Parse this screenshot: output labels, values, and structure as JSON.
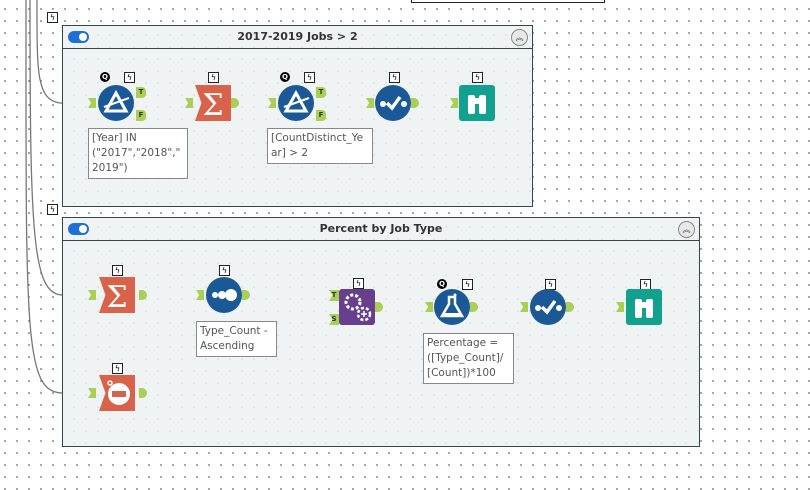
{
  "canvas": {
    "name": "workflow-canvas"
  },
  "containers": [
    {
      "title": "2017-2019 Jobs > 2",
      "enabled": true,
      "tools": [
        {
          "type": "filter",
          "annotation": "[Year] IN (\"2017\",\"2018\",\"2019\")",
          "anchors": [
            "T",
            "F"
          ]
        },
        {
          "type": "summarize"
        },
        {
          "type": "filter",
          "annotation": "[CountDistinct_Year] > 2",
          "anchors": [
            "T",
            "F"
          ]
        },
        {
          "type": "select"
        },
        {
          "type": "browse"
        }
      ]
    },
    {
      "title": "Percent by Job Type",
      "enabled": true,
      "tools": [
        {
          "type": "summarize"
        },
        {
          "type": "sort",
          "annotation": "Type_Count - Ascending"
        },
        {
          "type": "count-records"
        },
        {
          "type": "append-fields",
          "anchors": [
            "T",
            "S"
          ]
        },
        {
          "type": "formula",
          "annotation": "Percentage = ([Type_Count]/[Count])*100"
        },
        {
          "type": "select"
        },
        {
          "type": "browse"
        }
      ]
    }
  ],
  "labels": {
    "c1_ann1_l1": "[Year] IN",
    "c1_ann1_l2": "(\"2017\",\"2018\",\"",
    "c1_ann1_l3": "2019\")",
    "c1_ann2_l1": "[CountDistinct_Ye",
    "c1_ann2_l2": "ar] > 2",
    "c2_ann1_l1": "Type_Count -",
    "c2_ann1_l2": "Ascending",
    "c2_ann2_l1": "Percentage =",
    "c2_ann2_l2": "([Type_Count]/",
    "c2_ann2_l3": "[Count])*100",
    "anchor_t": "T",
    "anchor_f": "F",
    "anchor_s": "S",
    "bolt": "ϟ",
    "q": "Q",
    "collapse": "︽"
  }
}
